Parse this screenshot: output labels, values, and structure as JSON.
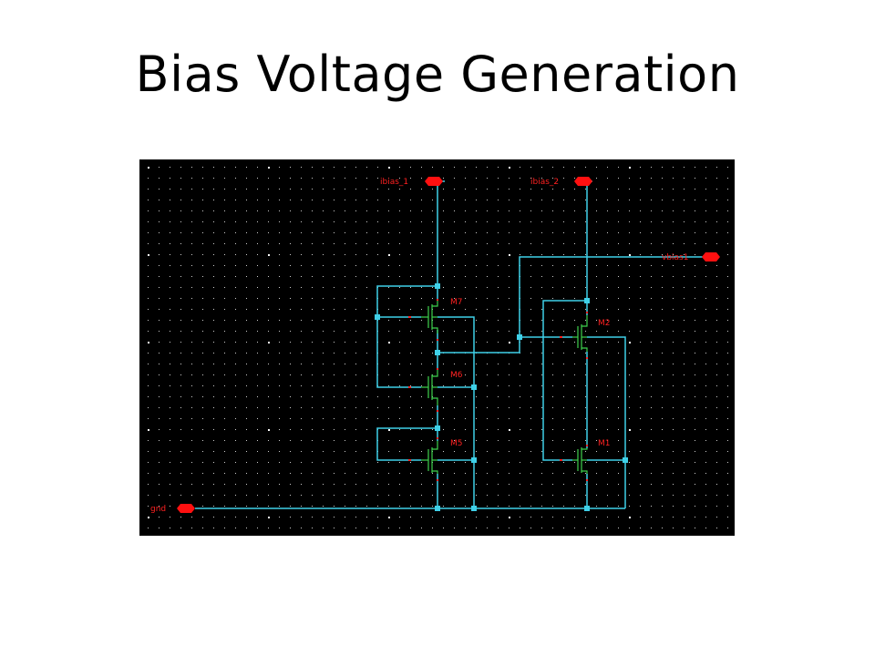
{
  "slide": {
    "title": "Bias Voltage Generation"
  },
  "schematic": {
    "colors": {
      "background": "#000000",
      "grid_dot": "#ffffff",
      "wire": "#3fd0e8",
      "device": "#3ed14e",
      "label": "#ff2020",
      "pin": "#ff1010"
    },
    "pins": {
      "ibias_1": "ibias_1",
      "ibias_2": "ibias_2",
      "vbias1": "vbias1",
      "gnd": "gnd"
    },
    "transistors": {
      "M7": "M7",
      "M6": "M6",
      "M5": "M5",
      "M2": "M2",
      "M1": "M1"
    }
  }
}
